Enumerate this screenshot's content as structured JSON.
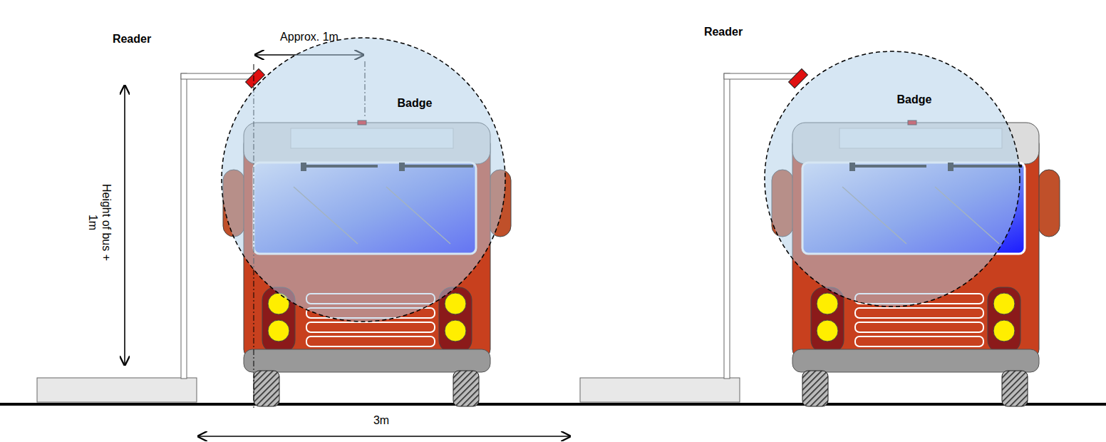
{
  "diagram": {
    "nodes": [
      {
        "text": [
          "Badge"
        ]
      },
      {
        "text": [
          "Badge"
        ]
      }
    ],
    "labels": [
      "Reader",
      "Approx. 1m",
      "Height of bus + 1m",
      "3m",
      "Reader"
    ]
  }
}
